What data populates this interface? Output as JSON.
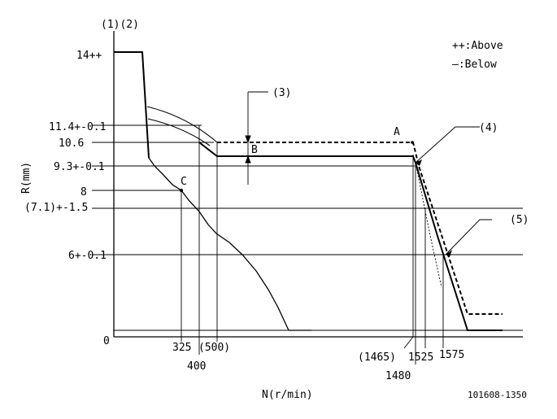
{
  "header": {
    "refs": "(1)(2)"
  },
  "legend": {
    "above": "++:Above",
    "below": "—:Below"
  },
  "axes": {
    "ylabel": "R(mm)",
    "xlabel": "N(r/min)",
    "origin": "0"
  },
  "y_labels": {
    "r14": "14++",
    "r11_4": "11.4+-0.1",
    "r10_6": "10.6",
    "r9_3": "9.3+-0.1",
    "r8": "8",
    "r7_1": "(7.1)+-1.5",
    "r6": "6+-0.1"
  },
  "x_labels": {
    "n325": "325",
    "n500": "(500)",
    "n400": "400",
    "n1465": "(1465)",
    "n1480": "1480",
    "n1525": "1525",
    "n1575": "1575"
  },
  "callouts": {
    "c3": "(3)",
    "c4": "(4)",
    "c5": "(5)"
  },
  "points": {
    "a": "A",
    "b": "B",
    "c": "C"
  },
  "code": "101608-1350"
}
